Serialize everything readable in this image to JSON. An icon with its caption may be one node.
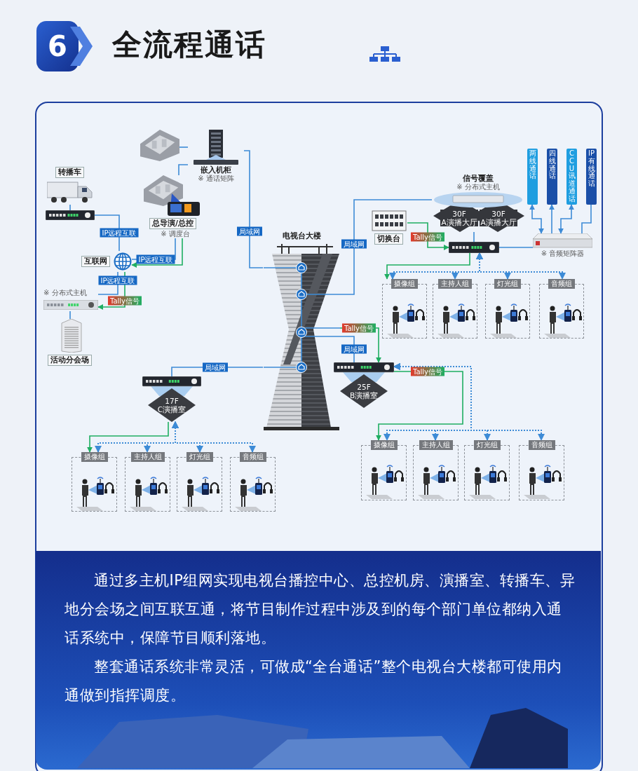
{
  "diagram": {
    "title": "全流程通话",
    "nodes": [
      {
        "text": [],
        "shape": "picture"
      },
      {
        "text": [
          "嵌入机柜",
          "※ 通话矩阵"
        ]
      },
      {
        "text": [
          "总导演/总控",
          "※ 调度台"
        ]
      },
      {
        "text": [
          "转播车"
        ]
      },
      {
        "text": [],
        "shape": "picture"
      },
      {
        "text": [
          "互联网"
        ]
      },
      {
        "text": [
          "※ 分布式主机"
        ]
      },
      {
        "text": [
          "活动分会场"
        ]
      },
      {
        "text": [
          "电视台大楼"
        ]
      },
      {
        "text": [
          "信号覆盖",
          "※ 分布式主机",
          "30F A演播大厅",
          "30F A演播大厅"
        ]
      },
      {
        "text": [
          "切换台"
        ]
      },
      {
        "text": [],
        "shape": "picture"
      },
      {
        "text": [
          "※ 音频矩阵器"
        ]
      },
      {
        "text": [
          "两线通话"
        ]
      },
      {
        "text": [
          "四线通话"
        ]
      },
      {
        "text": [
          "CCU讯道通话"
        ]
      },
      {
        "text": [
          "IP有线通话"
        ]
      },
      {
        "text": [
          "摄像组"
        ]
      },
      {
        "text": [
          "主持人组"
        ]
      },
      {
        "text": [
          "灯光组"
        ]
      },
      {
        "text": [
          "音频组"
        ]
      },
      {
        "text": [
          "25F B演播室"
        ]
      },
      {
        "text": [
          "摄像组"
        ]
      },
      {
        "text": [
          "主持人组"
        ]
      },
      {
        "text": [
          "灯光组"
        ]
      },
      {
        "text": [
          "音频组"
        ]
      },
      {
        "text": [
          "17F C演播室"
        ]
      },
      {
        "text": [
          "摄像组"
        ]
      },
      {
        "text": [
          "主持人组"
        ]
      },
      {
        "text": [
          "灯光组"
        ]
      },
      {
        "text": [
          "音频组"
        ]
      }
    ],
    "edges": [
      {
        "from": 0,
        "to": 1,
        "arrow": "none"
      },
      {
        "from": 2,
        "to": 1,
        "arrow": "none"
      },
      {
        "from": 1,
        "to": 8,
        "arrow": "none",
        "label": "局域网"
      },
      {
        "from": 3,
        "to": 4,
        "arrow": "none"
      },
      {
        "from": 4,
        "to": 5,
        "arrow": "none",
        "label": "IP远程互联"
      },
      {
        "from": 2,
        "to": 5,
        "arrow": "none",
        "label": "IP远程互联"
      },
      {
        "from": 2,
        "to": 5,
        "arrow": "to",
        "color": "#1fae62"
      },
      {
        "from": 5,
        "to": 6,
        "arrow": "none",
        "label": "IP远程互联"
      },
      {
        "from": 5,
        "to": 6,
        "arrow": "to",
        "color": "#1fae62",
        "label": "Tally信号"
      },
      {
        "from": 6,
        "to": 7,
        "arrow": "none"
      },
      {
        "from": 8,
        "to": 9,
        "arrow": "none",
        "label": "局域网"
      },
      {
        "from": 9,
        "to": 11,
        "arrow": "none"
      },
      {
        "from": 10,
        "to": 11,
        "arrow": "to",
        "color": "#1fae62",
        "label": "Tally信号"
      },
      {
        "from": 11,
        "to": 12,
        "arrow": "none"
      },
      {
        "from": 12,
        "to": 13,
        "arrow": "both"
      },
      {
        "from": 12,
        "to": 14,
        "arrow": "to"
      },
      {
        "from": 12,
        "to": 15,
        "arrow": "both"
      },
      {
        "from": 12,
        "to": 16,
        "arrow": "none"
      },
      {
        "from": 11,
        "to": 17,
        "arrow": "to",
        "color": "#1fae62"
      },
      {
        "from": 11,
        "to": 17,
        "arrow": "both",
        "style": "dashed"
      },
      {
        "from": 11,
        "to": 18,
        "arrow": "both",
        "style": "dashed"
      },
      {
        "from": 11,
        "to": 19,
        "arrow": "both",
        "style": "dashed"
      },
      {
        "from": 11,
        "to": 20,
        "arrow": "both",
        "style": "dashed"
      },
      {
        "from": 8,
        "to": 21,
        "arrow": "to",
        "color": "#1fae62",
        "label": "Tally信号"
      },
      {
        "from": 8,
        "to": 21,
        "arrow": "none",
        "label": "局域网"
      },
      {
        "from": 21,
        "to": 22,
        "arrow": "to",
        "color": "#1fae62",
        "label": "Tally信号"
      },
      {
        "from": 21,
        "to": 22,
        "arrow": "both",
        "style": "dashed"
      },
      {
        "from": 21,
        "to": 23,
        "arrow": "both",
        "style": "dashed"
      },
      {
        "from": 21,
        "to": 24,
        "arrow": "both",
        "style": "dashed"
      },
      {
        "from": 21,
        "to": 25,
        "arrow": "both",
        "style": "dashed"
      },
      {
        "from": 8,
        "to": 26,
        "arrow": "none",
        "label": "局域网"
      },
      {
        "from": 26,
        "to": 27,
        "arrow": "to",
        "color": "#1fae62"
      },
      {
        "from": 26,
        "to": 27,
        "arrow": "both",
        "style": "dashed"
      },
      {
        "from": 26,
        "to": 28,
        "arrow": "both",
        "style": "dashed"
      },
      {
        "from": 26,
        "to": 29,
        "arrow": "both",
        "style": "dashed"
      },
      {
        "from": 26,
        "to": 30,
        "arrow": "both",
        "style": "dashed"
      }
    ],
    "labels": [
      "6",
      "通过多主机IP组网实现电视台播控中心、总控机房、演播室、转播车、异地分会场之间互联互通，将节目制作过程中涉及到的每个部门单位都纳入通话系统中，保障节目顺利落地。",
      "整套通话系统非常灵活，可做成“全台通话”整个电视台大楼都可使用内通做到指挥调度。"
    ]
  }
}
